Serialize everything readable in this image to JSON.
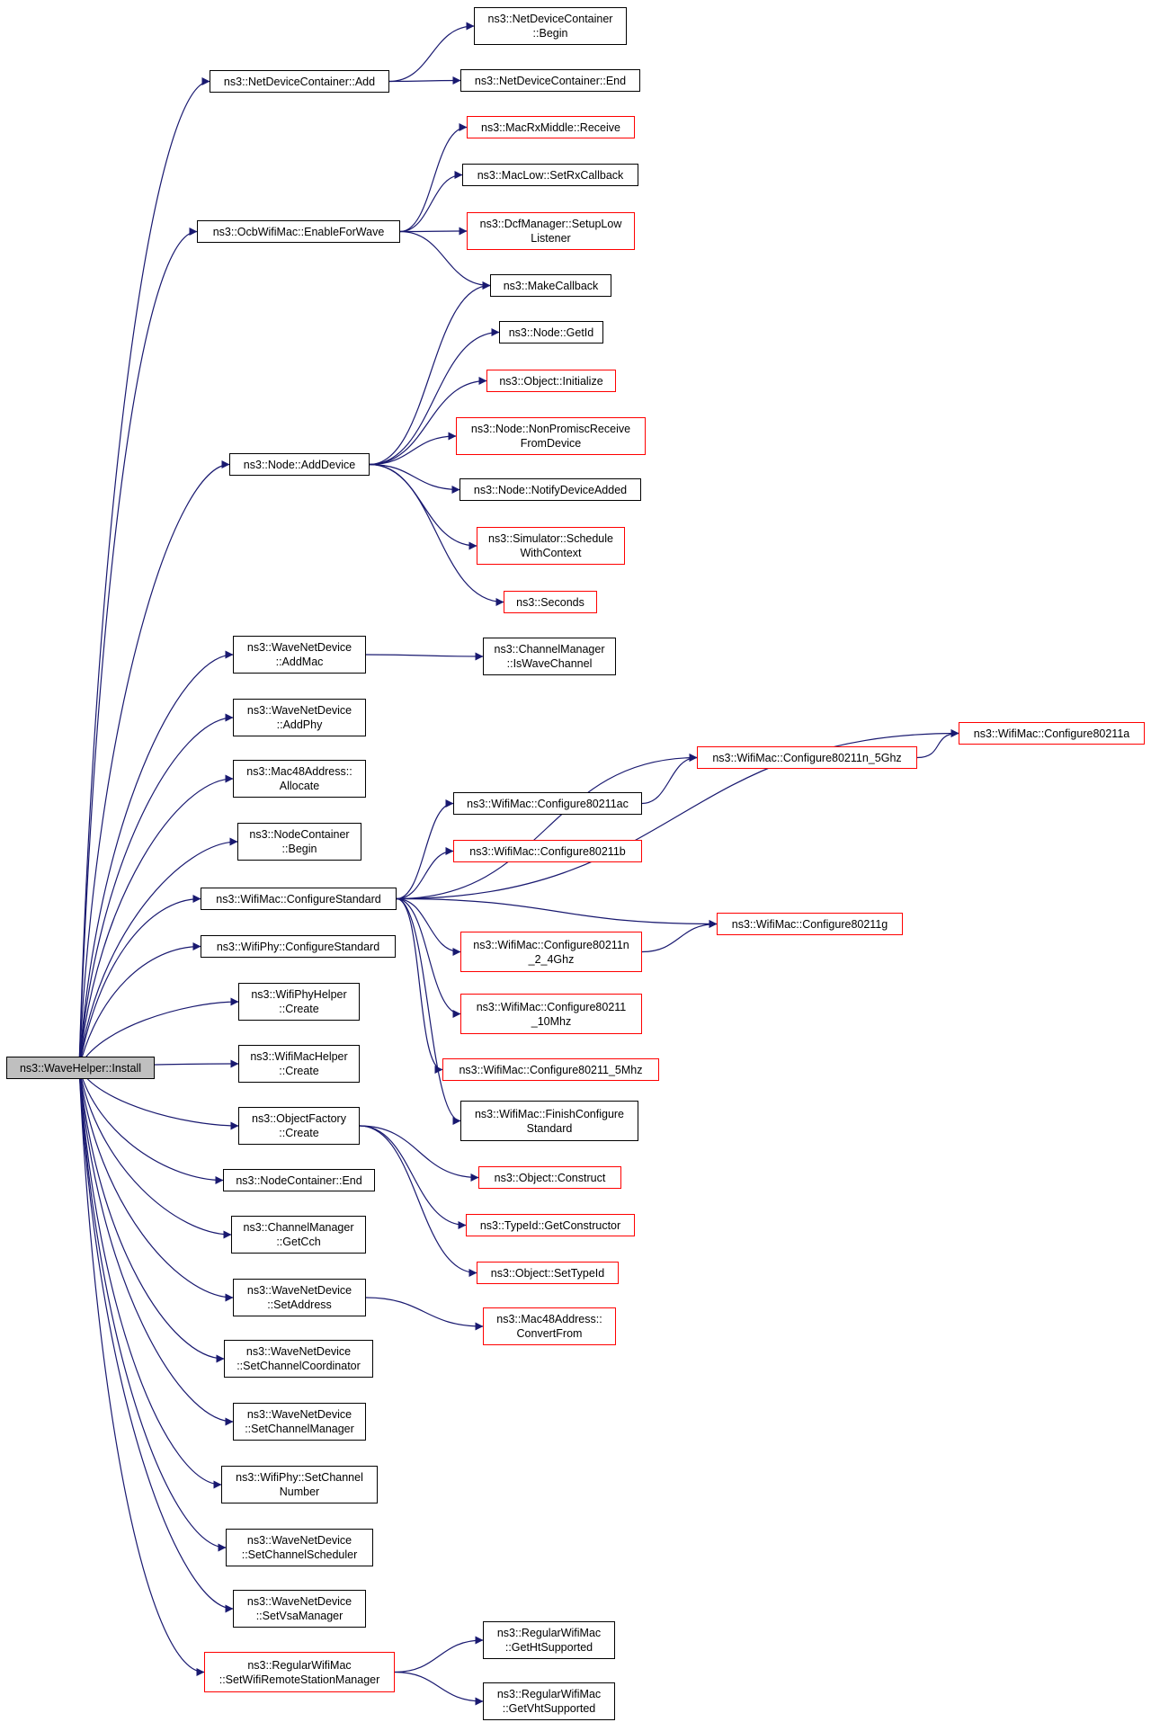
{
  "diagram": {
    "colors": {
      "edge": "#191970",
      "border_normal": "#000000",
      "border_truncated": "#ff0000",
      "root_fill": "#bfbfbf"
    },
    "root": "install",
    "nodes": {
      "install": {
        "label": "ns3::WaveHelper::Install",
        "truncated": false
      },
      "ndc_add": {
        "label": "ns3::NetDeviceContainer::Add",
        "truncated": false
      },
      "ndc_begin": {
        "label": "ns3::NetDeviceContainer\n::Begin",
        "truncated": false
      },
      "ndc_end": {
        "label": "ns3::NetDeviceContainer::End",
        "truncated": false
      },
      "ocb_enable": {
        "label": "ns3::OcbWifiMac::EnableForWave",
        "truncated": false
      },
      "macrx_receive": {
        "label": "ns3::MacRxMiddle::Receive",
        "truncated": true
      },
      "maclow_setrx": {
        "label": "ns3::MacLow::SetRxCallback",
        "truncated": false
      },
      "dcf_setup": {
        "label": "ns3::DcfManager::SetupLow\nListener",
        "truncated": true
      },
      "makecallback": {
        "label": "ns3::MakeCallback",
        "truncated": false
      },
      "node_getid": {
        "label": "ns3::Node::GetId",
        "truncated": false
      },
      "obj_init": {
        "label": "ns3::Object::Initialize",
        "truncated": true
      },
      "node_nonpromisc": {
        "label": "ns3::Node::NonPromiscReceive\nFromDevice",
        "truncated": true
      },
      "node_adddevice": {
        "label": "ns3::Node::AddDevice",
        "truncated": false
      },
      "node_notify": {
        "label": "ns3::Node::NotifyDeviceAdded",
        "truncated": false
      },
      "sim_schedule": {
        "label": "ns3::Simulator::Schedule\nWithContext",
        "truncated": true
      },
      "seconds": {
        "label": "ns3::Seconds",
        "truncated": true
      },
      "wnd_addmac": {
        "label": "ns3::WaveNetDevice\n::AddMac",
        "truncated": false
      },
      "cm_iswave": {
        "label": "ns3::ChannelManager\n::IsWaveChannel",
        "truncated": false
      },
      "wnd_addphy": {
        "label": "ns3::WaveNetDevice\n::AddPhy",
        "truncated": false
      },
      "mac48_alloc": {
        "label": "ns3::Mac48Address::\nAllocate",
        "truncated": false
      },
      "nc_begin": {
        "label": "ns3::NodeContainer\n::Begin",
        "truncated": false
      },
      "wm_cfg80211a": {
        "label": "ns3::WifiMac::Configure80211a",
        "truncated": true
      },
      "wm_cfg80211n5": {
        "label": "ns3::WifiMac::Configure80211n_5Ghz",
        "truncated": true
      },
      "wm_cfg80211ac": {
        "label": "ns3::WifiMac::Configure80211ac",
        "truncated": false
      },
      "wm_cfg80211b": {
        "label": "ns3::WifiMac::Configure80211b",
        "truncated": true
      },
      "wm_cfgstd": {
        "label": "ns3::WifiMac::ConfigureStandard",
        "truncated": false
      },
      "wm_cfg80211g": {
        "label": "ns3::WifiMac::Configure80211g",
        "truncated": true
      },
      "wphy_cfgstd": {
        "label": "ns3::WifiPhy::ConfigureStandard",
        "truncated": false
      },
      "wm_cfg80211n24": {
        "label": "ns3::WifiMac::Configure80211n\n_2_4Ghz",
        "truncated": true
      },
      "wphyh_create": {
        "label": "ns3::WifiPhyHelper\n::Create",
        "truncated": false
      },
      "wm_cfg10": {
        "label": "ns3::WifiMac::Configure80211\n_10Mhz",
        "truncated": true
      },
      "wm_cfg5": {
        "label": "ns3::WifiMac::Configure80211_5Mhz",
        "truncated": true
      },
      "wmach_create": {
        "label": "ns3::WifiMacHelper\n::Create",
        "truncated": false
      },
      "wm_finish": {
        "label": "ns3::WifiMac::FinishConfigure\nStandard",
        "truncated": false
      },
      "of_create": {
        "label": "ns3::ObjectFactory\n::Create",
        "truncated": false
      },
      "obj_construct": {
        "label": "ns3::Object::Construct",
        "truncated": true
      },
      "nc_end": {
        "label": "ns3::NodeContainer::End",
        "truncated": false
      },
      "typeid_getctor": {
        "label": "ns3::TypeId::GetConstructor",
        "truncated": true
      },
      "cm_getcch": {
        "label": "ns3::ChannelManager\n::GetCch",
        "truncated": false
      },
      "obj_settypeid": {
        "label": "ns3::Object::SetTypeId",
        "truncated": true
      },
      "wnd_setaddr": {
        "label": "ns3::WaveNetDevice\n::SetAddress",
        "truncated": false
      },
      "mac48_convert": {
        "label": "ns3::Mac48Address::\nConvertFrom",
        "truncated": true
      },
      "wnd_setcc": {
        "label": "ns3::WaveNetDevice\n::SetChannelCoordinator",
        "truncated": false
      },
      "wnd_setcm": {
        "label": "ns3::WaveNetDevice\n::SetChannelManager",
        "truncated": false
      },
      "wphy_setch": {
        "label": "ns3::WifiPhy::SetChannel\nNumber",
        "truncated": false
      },
      "wnd_setcs": {
        "label": "ns3::WaveNetDevice\n::SetChannelScheduler",
        "truncated": false
      },
      "wnd_setvsa": {
        "label": "ns3::WaveNetDevice\n::SetVsaManager",
        "truncated": false
      },
      "rwm_setwrsm": {
        "label": "ns3::RegularWifiMac\n::SetWifiRemoteStationManager",
        "truncated": true
      },
      "rwm_getht": {
        "label": "ns3::RegularWifiMac\n::GetHtSupported",
        "truncated": false
      },
      "rwm_getvht": {
        "label": "ns3::RegularWifiMac\n::GetVhtSupported",
        "truncated": false
      }
    },
    "edges": [
      [
        "install",
        "ndc_add"
      ],
      [
        "install",
        "ocb_enable"
      ],
      [
        "install",
        "node_adddevice"
      ],
      [
        "install",
        "wnd_addmac"
      ],
      [
        "install",
        "wnd_addphy"
      ],
      [
        "install",
        "mac48_alloc"
      ],
      [
        "install",
        "nc_begin"
      ],
      [
        "install",
        "wm_cfgstd"
      ],
      [
        "install",
        "wphy_cfgstd"
      ],
      [
        "install",
        "wphyh_create"
      ],
      [
        "install",
        "wmach_create"
      ],
      [
        "install",
        "of_create"
      ],
      [
        "install",
        "nc_end"
      ],
      [
        "install",
        "cm_getcch"
      ],
      [
        "install",
        "wnd_setaddr"
      ],
      [
        "install",
        "wnd_setcc"
      ],
      [
        "install",
        "wnd_setcm"
      ],
      [
        "install",
        "wphy_setch"
      ],
      [
        "install",
        "wnd_setcs"
      ],
      [
        "install",
        "wnd_setvsa"
      ],
      [
        "install",
        "rwm_setwrsm"
      ],
      [
        "ndc_add",
        "ndc_begin"
      ],
      [
        "ndc_add",
        "ndc_end"
      ],
      [
        "ocb_enable",
        "macrx_receive"
      ],
      [
        "ocb_enable",
        "maclow_setrx"
      ],
      [
        "ocb_enable",
        "dcf_setup"
      ],
      [
        "ocb_enable",
        "makecallback"
      ],
      [
        "node_adddevice",
        "makecallback"
      ],
      [
        "node_adddevice",
        "node_getid"
      ],
      [
        "node_adddevice",
        "obj_init"
      ],
      [
        "node_adddevice",
        "node_nonpromisc"
      ],
      [
        "node_adddevice",
        "node_notify"
      ],
      [
        "node_adddevice",
        "sim_schedule"
      ],
      [
        "node_adddevice",
        "seconds"
      ],
      [
        "wnd_addmac",
        "cm_iswave"
      ],
      [
        "wm_cfgstd",
        "wm_cfg80211a"
      ],
      [
        "wm_cfgstd",
        "wm_cfg80211n5"
      ],
      [
        "wm_cfgstd",
        "wm_cfg80211ac"
      ],
      [
        "wm_cfgstd",
        "wm_cfg80211b"
      ],
      [
        "wm_cfgstd",
        "wm_cfg80211g"
      ],
      [
        "wm_cfgstd",
        "wm_cfg80211n24"
      ],
      [
        "wm_cfgstd",
        "wm_cfg10"
      ],
      [
        "wm_cfgstd",
        "wm_cfg5"
      ],
      [
        "wm_cfgstd",
        "wm_finish"
      ],
      [
        "wm_cfg80211n5",
        "wm_cfg80211a"
      ],
      [
        "wm_cfg80211ac",
        "wm_cfg80211n5"
      ],
      [
        "wm_cfg80211n24",
        "wm_cfg80211g"
      ],
      [
        "of_create",
        "obj_construct"
      ],
      [
        "of_create",
        "typeid_getctor"
      ],
      [
        "of_create",
        "obj_settypeid"
      ],
      [
        "wnd_setaddr",
        "mac48_convert"
      ],
      [
        "rwm_setwrsm",
        "rwm_getht"
      ],
      [
        "rwm_setwrsm",
        "rwm_getvht"
      ]
    ]
  }
}
